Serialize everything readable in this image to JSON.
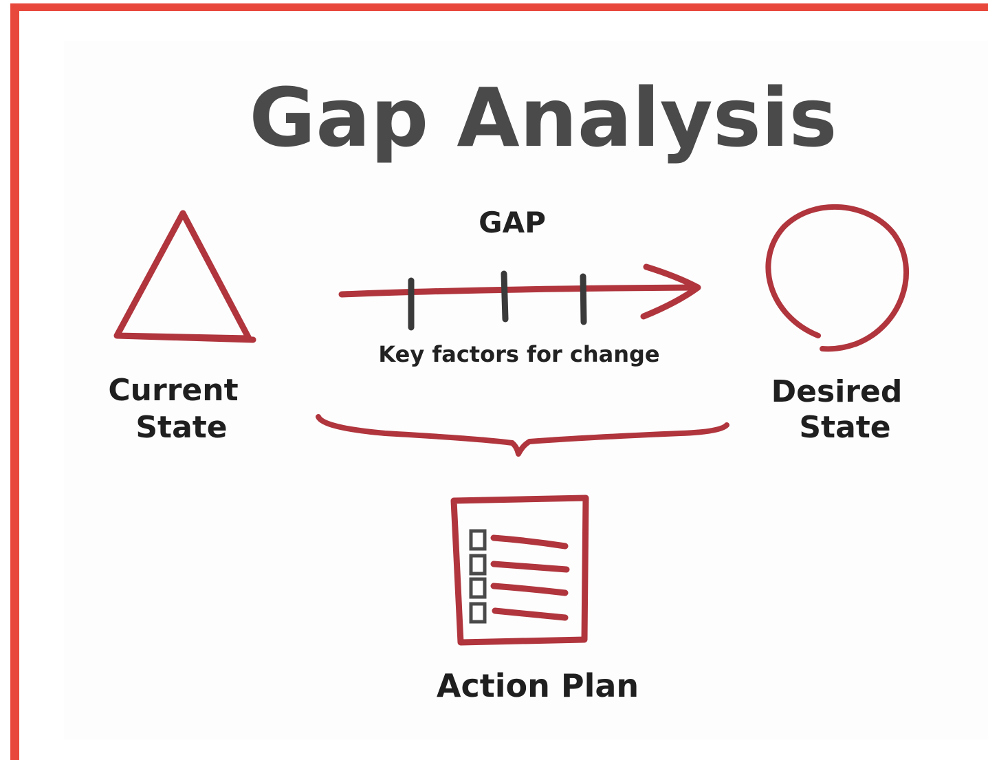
{
  "diagram": {
    "title": "Gap Analysis",
    "gap_label": "GAP",
    "key_factors_label": "Key factors for change",
    "current_state": {
      "line1": "Current",
      "line2": "State"
    },
    "desired_state": {
      "line1": "Desired",
      "line2": "State"
    },
    "action_plan_label": "Action Plan",
    "checklist_items": 4,
    "colors": {
      "frame": "#e8483c",
      "shape_stroke": "#b0353d",
      "tick_marks": "#3a3a3a",
      "title": "#4a4a4a",
      "text": "#1f1f1f"
    },
    "icons": {
      "current_state": "triangle-icon",
      "desired_state": "circle-icon",
      "action_plan": "checklist-icon"
    }
  }
}
